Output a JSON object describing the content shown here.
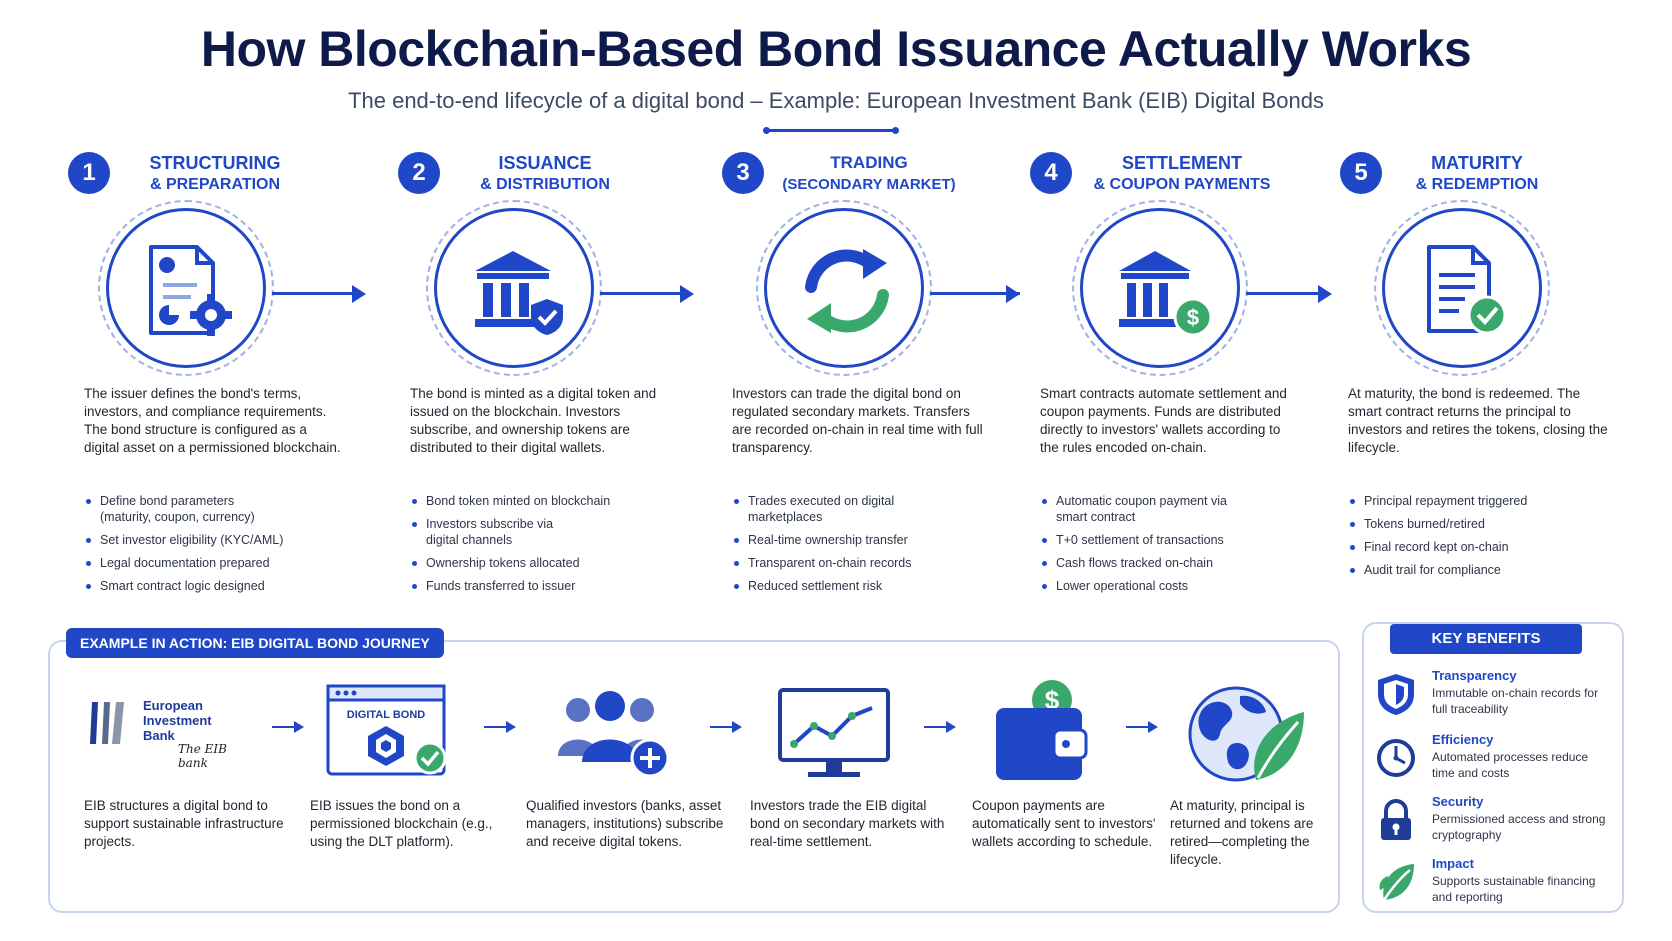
{
  "header": {
    "title": "How Blockchain-Based Bond Issuance Actually Works",
    "subtitle": "The end-to-end lifecycle of a digital bond – Example: European Investment Bank (EIB) Digital Bonds"
  },
  "steps": [
    {
      "number": "1",
      "title_line1": "Structuring",
      "title_line2": "& Preparation",
      "icon": "document-gear-icon",
      "description": "The issuer defines the bond's terms, investors, and compliance requirements. The bond structure is configured as a digital asset on a permissioned blockchain.",
      "bullets": [
        "Define bond parameters (maturity, coupon, currency)",
        "Set investor eligibility (KYC/AML)",
        "Legal documentation prepared",
        "Smart contract logic designed"
      ]
    },
    {
      "number": "2",
      "title_line1": "Issuance",
      "title_line2": "& Distribution",
      "icon": "bank-shield-icon",
      "description": "The bond is minted as a digital token and issued on the blockchain. Investors subscribe, and ownership tokens are distributed to their digital wallets.",
      "bullets": [
        "Bond token minted on blockchain",
        "Investors subscribe via digital channels",
        "Ownership tokens allocated",
        "Funds transferred to issuer"
      ]
    },
    {
      "number": "3",
      "title_line1": "Trading",
      "title_line2": "(Secondary Market)",
      "icon": "refresh-arrows-icon",
      "description": "Investors can trade the digital bond on regulated secondary markets. Transfers are recorded on-chain in real time with full transparency.",
      "bullets": [
        "Trades executed on digital marketplaces",
        "Real-time ownership transfer",
        "Transparent on-chain records",
        "Reduced settlement risk"
      ]
    },
    {
      "number": "4",
      "title_line1": "Settlement",
      "title_line2": "& Coupon Payments",
      "icon": "bank-dollar-icon",
      "description": "Smart contracts automate settlement and coupon payments. Funds are distributed directly to investors' wallets according to the rules encoded on-chain.",
      "bullets": [
        "Automatic coupon payment via smart contract",
        "T+0 settlement of transactions",
        "Cash flows tracked on-chain",
        "Lower operational costs"
      ]
    },
    {
      "number": "5",
      "title_line1": "Maturity",
      "title_line2": "& Redemption",
      "icon": "document-check-icon",
      "description": "At maturity, the bond is redeemed. The smart contract returns the principal to investors and retires the tokens, closing the lifecycle.",
      "bullets": [
        "Principal repayment triggered",
        "Tokens burned/retired",
        "Final record kept on-chain",
        "Audit trail for compliance"
      ]
    }
  ],
  "example": {
    "tag": "Example in Action: EIB Digital Bond Journey",
    "logo": {
      "name": "European Investment Bank",
      "tagline": "The EIB bank"
    },
    "platform_label": "DIGITAL BOND",
    "stages": [
      {
        "icon": "eib-logo",
        "text": "EIB structures a digital bond to support sustainable infrastructure projects."
      },
      {
        "icon": "digital-bond-window-icon",
        "text": "EIB issues the bond on a permissioned blockchain (e.g., using the DLT platform)."
      },
      {
        "icon": "investors-group-icon",
        "text": "Qualified investors (banks, asset managers, institutions) subscribe and receive digital tokens."
      },
      {
        "icon": "monitor-chart-icon",
        "text": "Investors trade the EIB digital bond on secondary markets with real-time settlement."
      },
      {
        "icon": "wallet-dollar-icon",
        "text": "Coupon payments are automatically sent to investors' wallets according to schedule."
      },
      {
        "icon": "globe-leaf-icon",
        "text": "At maturity, principal is returned and tokens are retired—completing the lifecycle."
      }
    ]
  },
  "benefits": {
    "tag": "Key Benefits",
    "items": [
      {
        "icon": "shield-icon",
        "title": "Transparency",
        "desc": "Immutable on-chain records for full traceability"
      },
      {
        "icon": "clock-icon",
        "title": "Efficiency",
        "desc": "Automated processes reduce time and costs"
      },
      {
        "icon": "lock-icon",
        "title": "Security",
        "desc": "Permissioned access and strong cryptography"
      },
      {
        "icon": "leaf-icon",
        "title": "Impact",
        "desc": "Supports sustainable financing and reporting"
      }
    ]
  },
  "colors": {
    "primary": "#1f47c7",
    "navy": "#0d1a4a",
    "green": "#3aa86b",
    "light_border": "#c8d4ee"
  }
}
